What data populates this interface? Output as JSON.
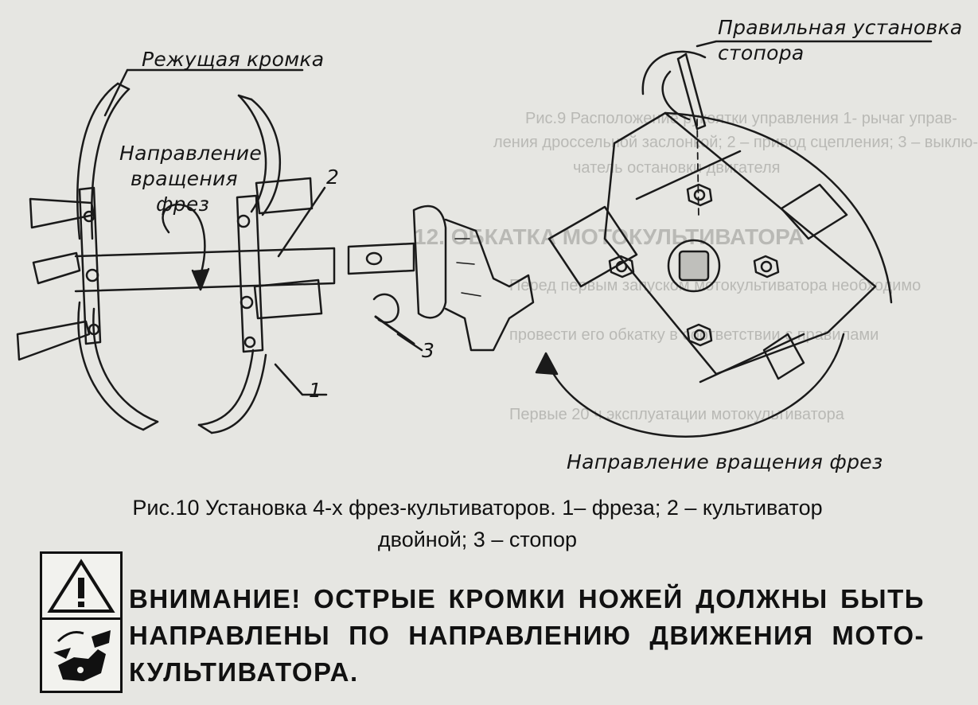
{
  "figure": {
    "labels": {
      "cutting_edge": "Режущая кромка",
      "rotation_direction_left_1": "Направление",
      "rotation_direction_left_2": "вращения",
      "rotation_direction_left_3": "фрез",
      "stopper_install_1": "Правильная установка",
      "stopper_install_2": "стопора",
      "rotation_direction_right": "Направление вращения фрез",
      "num_1": "1",
      "num_2": "2",
      "num_3": "3"
    }
  },
  "caption": {
    "line1": "Рис.10 Установка 4-х фрез-культиваторов. 1– фреза; 2 – культиватор",
    "line2": "двойной; 3 – стопор"
  },
  "warning": {
    "text": "ВНИМАНИЕ! ОСТРЫЕ КРОМКИ НОЖЕЙ ДОЛЖНЫ БЫТЬ НАПРАВЛЕНЫ ПО НАПРАВЛЕНИЮ ДВИЖЕНИЯ МОТО-КУЛЬТИВАТОРА."
  },
  "bleed_through": {
    "line_a": "Рис.9 Расположение рукоятки управления 1- рычаг управ-",
    "line_b": "ления дроссельной заслонкой; 2 – привод сцепления; 3 – выклю-",
    "line_c": "чатель остановки двигателя",
    "heading": "12. ОБКАТКА МОТОКУЛЬТИВАТОРА",
    "line_d": "Перед первым запуском мотокультиватора необходимо",
    "line_e": "провести его обкатку в соответствии с правилами",
    "line_f": "Первые 20 ч эксплуатации мотокультиватора"
  }
}
